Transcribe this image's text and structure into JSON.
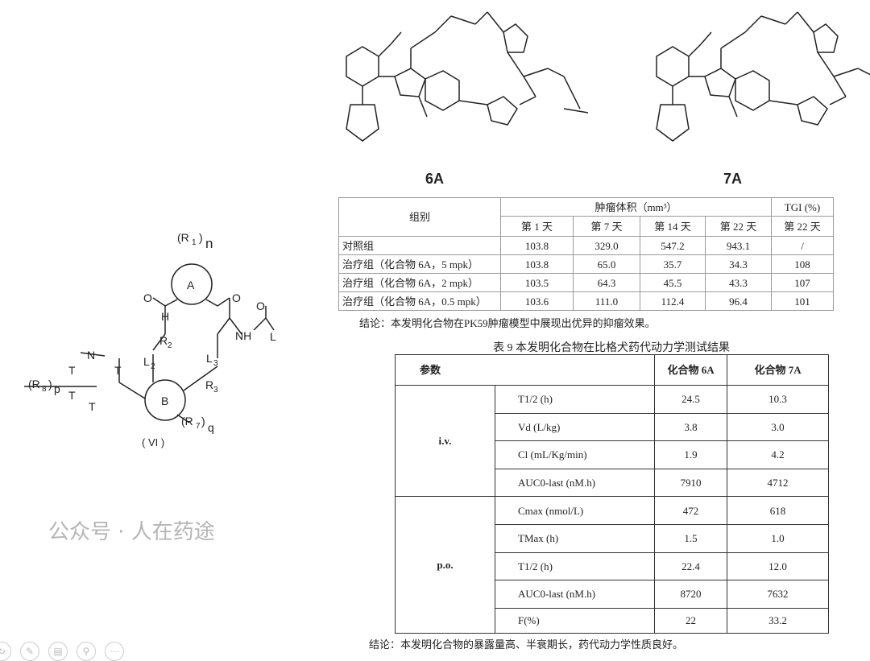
{
  "structures": {
    "left": "6A",
    "right": "7A"
  },
  "markush": {
    "R1": "(R",
    "R1sub": "1",
    "n": "n",
    "A": "A",
    "B": "B",
    "R2": "R",
    "R2sub": "2",
    "L2": "L",
    "L2sub": "2",
    "L3": "L",
    "L3sub": "3",
    "R3": "R",
    "R3sub": "3",
    "R7": "(R",
    "R7sub": "7",
    "q": "q",
    "R8": "(R",
    "R8sub": "8",
    "p": "p",
    "T1": "T",
    "T2": "T",
    "T3": "T",
    "T4": "T",
    "N": "N",
    "H": "H",
    "O": "O",
    "L": "L",
    "caption": "( VI )"
  },
  "table1": {
    "header": {
      "group": "组别",
      "volume": "肿瘤体积（mm³）",
      "tgi": "TGI (%)",
      "days": [
        "第 1 天",
        "第 7 天",
        "第 14 天",
        "第 22 天",
        "第 22 天"
      ]
    },
    "rows": [
      [
        "对照组",
        "103.8",
        "329.0",
        "547.2",
        "943.1",
        "/"
      ],
      [
        "治疗组（化合物 6A，5 mpk）",
        "103.8",
        "65.0",
        "35.7",
        "34.3",
        "108"
      ],
      [
        "治疗组（化合物 6A，2 mpk）",
        "103.5",
        "64.3",
        "45.5",
        "43.3",
        "107"
      ],
      [
        "治疗组（化合物 6A，0.5 mpk）",
        "103.6",
        "111.0",
        "112.4",
        "96.4",
        "101"
      ]
    ],
    "conclusion": "结论：本发明化合物在PK59肿瘤模型中展现出优异的抑瘤效果。"
  },
  "table2": {
    "title": "表 9 本发明化合物在比格犬药代动力学测试结果",
    "header": [
      "参数",
      "",
      "化合物 6A",
      "化合物 7A"
    ],
    "groups": [
      "i.v.",
      "p.o."
    ],
    "rows": [
      [
        "T1/2 (h)",
        "24.5",
        "10.3"
      ],
      [
        "Vd (L/kg)",
        "3.8",
        "3.0"
      ],
      [
        "Cl (mL/Kg/min)",
        "1.9",
        "4.2"
      ],
      [
        "AUC0-last (nM.h)",
        "7910",
        "4712"
      ],
      [
        "Cmax (nmol/L)",
        "472",
        "618"
      ],
      [
        "TMax (h)",
        "1.5",
        "1.0"
      ],
      [
        "T1/2 (h)",
        "22.4",
        "12.0"
      ],
      [
        "AUC0-last (nM.h)",
        "8720",
        "7632"
      ],
      [
        "F(%)",
        "22",
        "33.2"
      ]
    ],
    "conclusion": "结论：本发明化合物的暴露量高、半衰期长，药代动力学性质良好。"
  },
  "watermark": "公众号 · 人在药途",
  "toolbar_icons": [
    "rotate-icon",
    "pen-icon",
    "copy-icon",
    "zoom-icon",
    "more-icon"
  ]
}
